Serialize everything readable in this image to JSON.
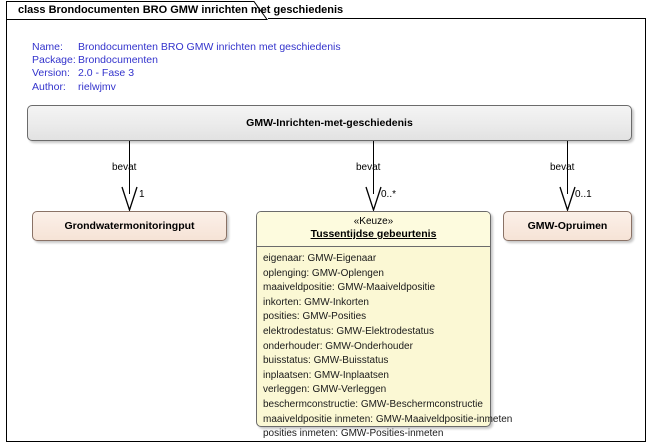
{
  "frame": {
    "tab_label": "class Brondocumenten BRO GMW inrichten met geschiedenis"
  },
  "meta": {
    "rows": [
      {
        "key": "Name:",
        "value": "Brondocumenten BRO GMW inrichten met geschiedenis"
      },
      {
        "key": "Package:",
        "value": "Brondocumenten"
      },
      {
        "key": "Version:",
        "value": "2.0 - Fase 3"
      },
      {
        "key": "Author:",
        "value": "rielwjmv"
      }
    ]
  },
  "colors": {
    "meta_text": "#3333cc",
    "root_fill": "#ebebeb",
    "leaf_fill": "#f6e3d6",
    "keuze_fill": "#fbf8d4",
    "border": "#6b6b6b",
    "line": "#000000"
  },
  "root_class": {
    "name": "GMW-Inrichten-met-geschiedenis"
  },
  "classes": [
    {
      "id": "grondwatermonitoringput",
      "name": "Grondwatermonitoringput"
    },
    {
      "id": "gmw-opruimen",
      "name": "GMW-Opruimen"
    }
  ],
  "keuze_class": {
    "stereotype": "«Keuze»",
    "name": "Tussentijdse gebeurtenis",
    "attributes": [
      "eigenaar: GMW-Eigenaar",
      "oplenging: GMW-Oplengen",
      "maaiveldpositie: GMW-Maaiveldpositie",
      "inkorten: GMW-Inkorten",
      "posities: GMW-Posities",
      "elektrodestatus: GMW-Elektrodestatus",
      "onderhouder: GMW-Onderhouder",
      "buisstatus: GMW-Buisstatus",
      "inplaatsen: GMW-Inplaatsen",
      "verleggen: GMW-Verleggen",
      "beschermconstructie: GMW-Beschermconstructie",
      "maaiveldpositie inmeten: GMW-Maaiveldpositie-inmeten",
      "posities inmeten: GMW-Posities-inmeten"
    ]
  },
  "connectors": [
    {
      "id": "conn-left",
      "label": "bevat",
      "multiplicity": "1"
    },
    {
      "id": "conn-middle",
      "label": "bevat",
      "multiplicity": "0..*"
    },
    {
      "id": "conn-right",
      "label": "bevat",
      "multiplicity": "0..1"
    }
  ]
}
